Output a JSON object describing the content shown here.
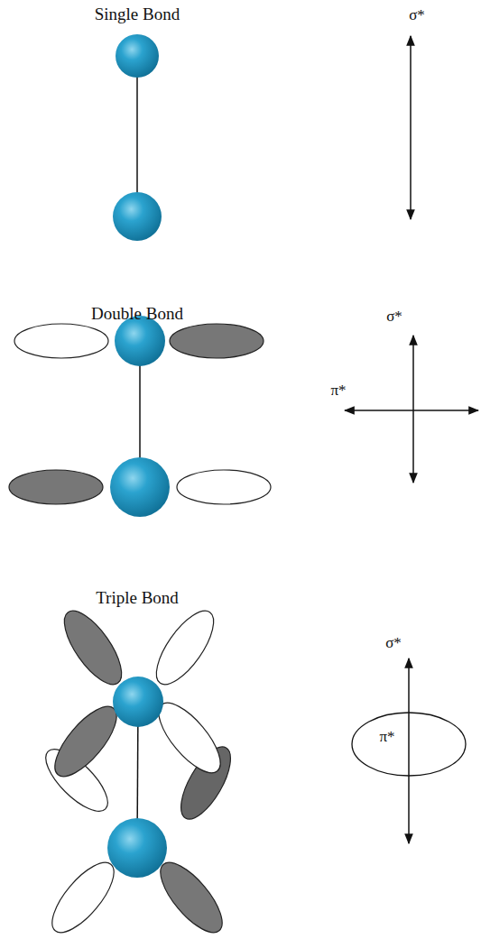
{
  "diagram": {
    "labels": [
      "Single Bond",
      "σ*",
      "Double Bond",
      "σ*",
      "π*",
      "Triple Bond",
      "σ*",
      "π*"
    ]
  }
}
